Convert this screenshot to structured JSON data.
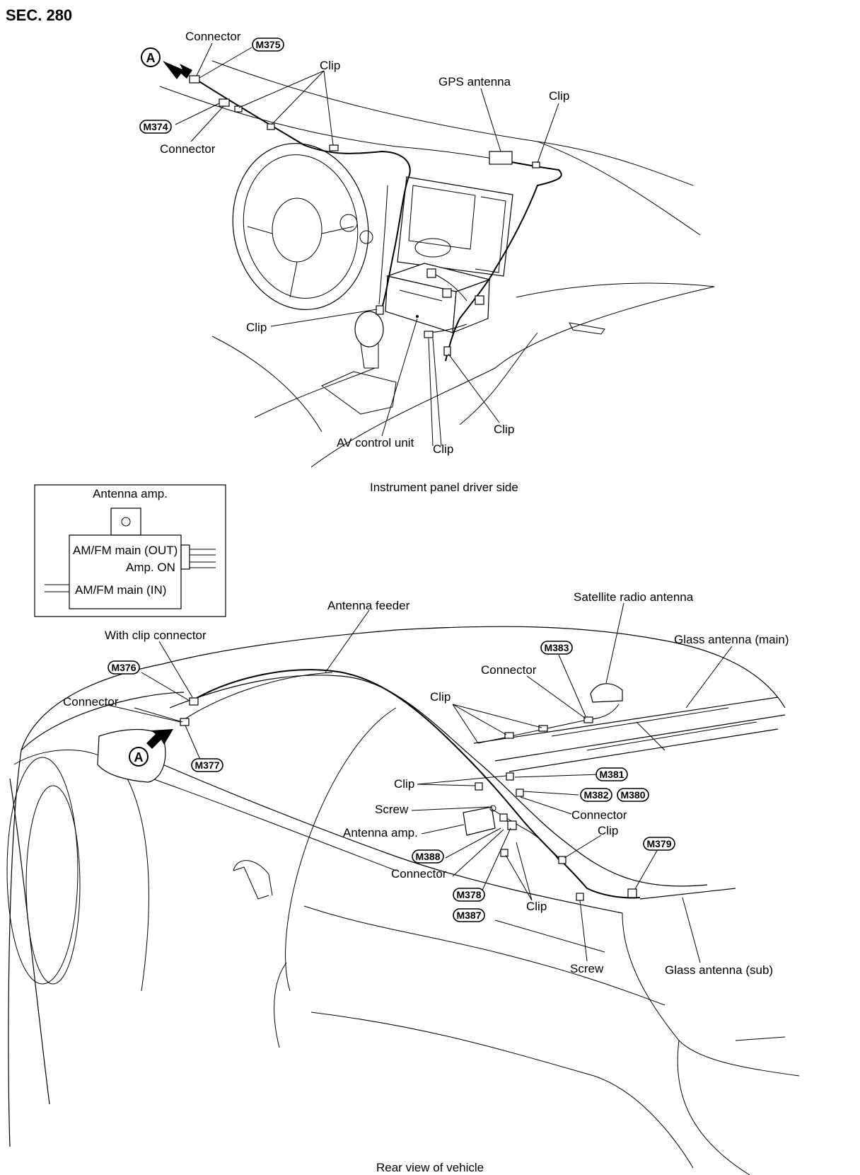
{
  "section": "SEC. 280",
  "top_view": {
    "caption": "Instrument panel driver side",
    "labels": {
      "connector_m375": "Connector",
      "connector_m374": "Connector",
      "clip_top": "Clip",
      "gps_antenna": "GPS antenna",
      "clip_gps": "Clip",
      "clip_left": "Clip",
      "av_control_unit": "AV control unit",
      "clip_bottom": "Clip",
      "clip_right": "Clip"
    },
    "connectors": {
      "m375": "M375",
      "m374": "M374"
    },
    "view_marker": "A"
  },
  "inset": {
    "title": "Antenna amp.",
    "line1": "AM/FM main (OUT)",
    "line2": "Amp. ON",
    "line3": "AM/FM main (IN)"
  },
  "bottom_view": {
    "caption": "Rear view of vehicle",
    "labels": {
      "antenna_feeder": "Antenna feeder",
      "satellite_radio_antenna": "Satellite radio antenna",
      "with_clip_connector": "With clip connector",
      "glass_antenna_main": "Glass antenna (main)",
      "connector_m383": "Connector",
      "connector_left": "Connector",
      "clip_rear": "Clip",
      "clip_mid": "Clip",
      "screw_top": "Screw",
      "antenna_amp": "Antenna amp.",
      "connector_m382": "Connector",
      "clip_right": "Clip",
      "connector_m388": "Connector",
      "clip_bottom": "Clip",
      "screw_bottom": "Screw",
      "glass_antenna_sub": "Glass antenna (sub)"
    },
    "connectors": {
      "m376": "M376",
      "m377": "M377",
      "m383": "M383",
      "m381": "M381",
      "m382": "M382",
      "m380": "M380",
      "m379": "M379",
      "m388": "M388",
      "m378": "M378",
      "m387": "M387"
    },
    "view_marker": "A"
  }
}
